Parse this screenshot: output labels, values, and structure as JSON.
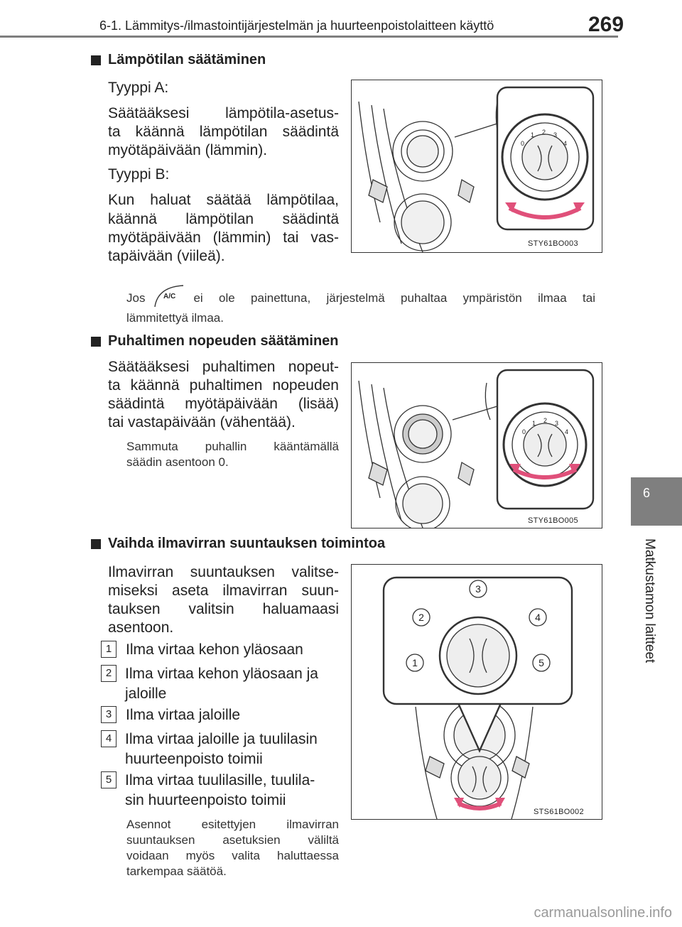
{
  "header": {
    "title": "6-1. Lämmitys-/ilmastointijärjestelmän ja huurteenpoistolaitteen käyttö",
    "page_number": "269"
  },
  "side_tab": {
    "chapter_number": "6",
    "label": "Matkustamon laitteet"
  },
  "section1": {
    "heading": "Lämpötilan säätäminen",
    "type_a_label": "Tyyppi A:",
    "type_a_text_1": "Säätääksesi lämpötila-asetus-",
    "type_a_text_2": "ta käännä lämpötilan säädintä",
    "type_a_text_3": "myötäpäivään (lämmin).",
    "type_b_label": "Tyyppi B:",
    "type_b_text_1": "Kun haluat säätää lämpötilaa,",
    "type_b_text_2": "käännä lämpötilan säädintä",
    "type_b_text_3": "myötäpäivään (lämmin) tai vas-",
    "type_b_text_4": "tapäivään (viileä).",
    "figure_code": "STY61BO003",
    "note_before": "Jos",
    "note_button": "A/C",
    "note_after": "ei ole painettuna, järjestelmä puhaltaa ympäristön ilmaa tai",
    "note_line2": "lämmitettyä ilmaa."
  },
  "section2": {
    "heading": "Puhaltimen nopeuden säätäminen",
    "text_1": "Säätääksesi puhaltimen nopeut-",
    "text_2": "ta käännä puhaltimen nopeuden",
    "text_3": "säädintä myötäpäivään (lisää)",
    "text_4": "tai vastapäivään (vähentää).",
    "note_1": "Sammuta puhallin kääntämällä",
    "note_2": "säädin asentoon 0.",
    "figure_code": "STY61BO005"
  },
  "section3": {
    "heading": "Vaihda ilmavirran suuntauksen toimintoa",
    "text_1": "Ilmavirran suuntauksen valitse-",
    "text_2": "miseksi aseta ilmavirran suun-",
    "text_3": "tauksen valitsin haluamaasi",
    "text_4": "asentoon.",
    "items": [
      {
        "num": "1",
        "line1": "Ilma virtaa kehon yläosaan",
        "line2": ""
      },
      {
        "num": "2",
        "line1": "Ilma virtaa kehon yläosaan ja",
        "line2": "jaloille"
      },
      {
        "num": "3",
        "line1": "Ilma virtaa jaloille",
        "line2": ""
      },
      {
        "num": "4",
        "line1": "Ilma virtaa jaloille ja tuulilasin",
        "line2": "huurteenpoisto toimii"
      },
      {
        "num": "5",
        "line1": "Ilma virtaa tuulilasille, tuulila-",
        "line2": "sin huurteenpoisto toimii"
      }
    ],
    "note_1": "Asennot esitettyjen ilmavirran",
    "note_2": "suuntauksen asetuksien väliltä",
    "note_3": "voidaan myös valita haluttaessa",
    "note_4": "tarkempaa säätöä.",
    "figure_code": "STS61BO002",
    "callouts": [
      "1",
      "2",
      "3",
      "4",
      "5"
    ]
  },
  "footer": {
    "watermark": "carmanualsonline.info"
  }
}
